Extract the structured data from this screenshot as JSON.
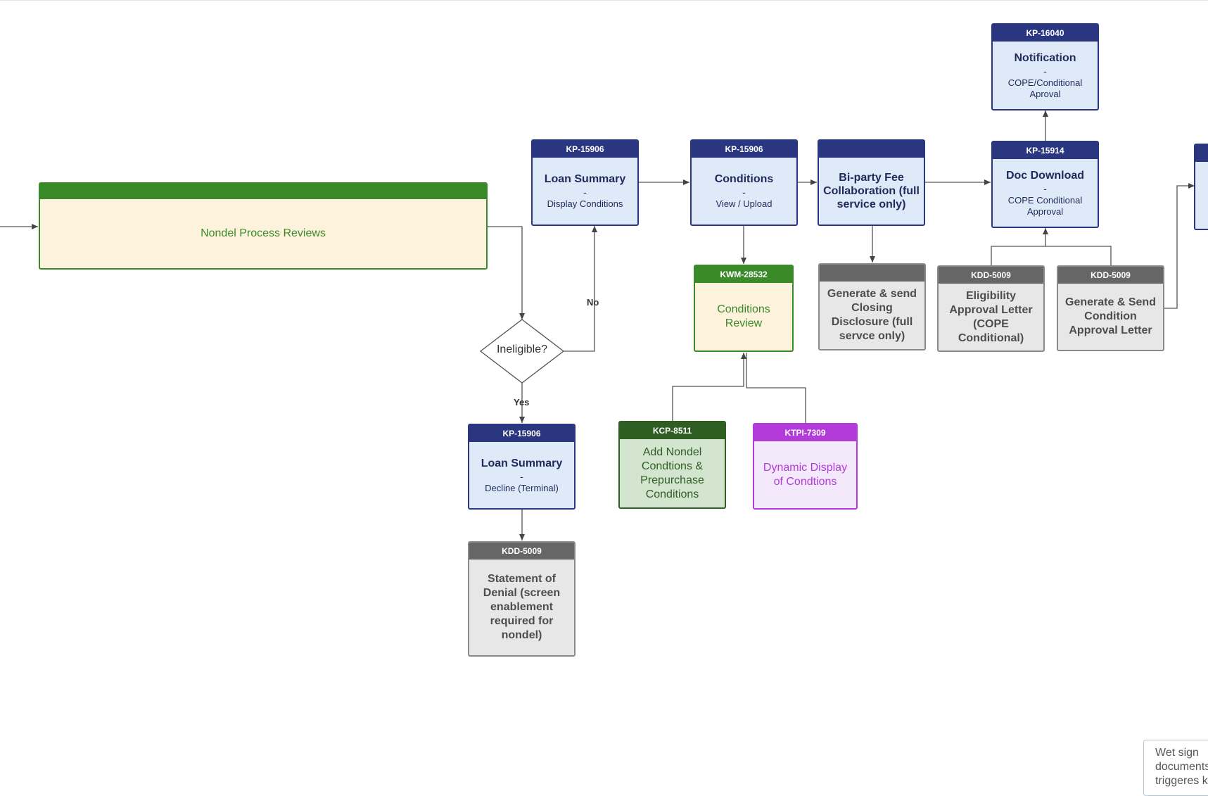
{
  "nodes": {
    "nondel": {
      "title": "Nondel Process Reviews"
    },
    "loan_display": {
      "tag": "KP-15906",
      "title": "Loan Summary",
      "dash": "-",
      "sub": "Display Conditions"
    },
    "conditions": {
      "tag": "KP-15906",
      "title": "Conditions",
      "dash": "-",
      "sub": "View / Upload"
    },
    "biparty": {
      "tag": "",
      "title": "Bi-party Fee Collaboration (full service only)"
    },
    "doc_download": {
      "tag": "KP-15914",
      "title": "Doc Download",
      "dash": "-",
      "sub": "COPE Conditional Approval"
    },
    "notification": {
      "tag": "KP-16040",
      "title": "Notification",
      "dash": "-",
      "sub": "COPE/Conditional Aproval"
    },
    "cond_review": {
      "tag": "KWM-28532",
      "title": "Conditions Review"
    },
    "closing": {
      "tag": "",
      "title": "Generate & send Closing Disclosure (full servce only)"
    },
    "elig_letter": {
      "tag": "KDD-5009",
      "title": "Eligibility Approval Letter (COPE Conditional)"
    },
    "cond_letter": {
      "tag": "KDD-5009",
      "title": "Generate & Send Condition Approval Letter"
    },
    "decision": {
      "label": "Ineligible?"
    },
    "loan_decline": {
      "tag": "KP-15906",
      "title": "Loan Summary",
      "dash": "-",
      "sub": "Decline (Terminal)"
    },
    "denial": {
      "tag": "KDD-5009",
      "title": "Statement of Denial (screen enablement required for nondel)"
    },
    "add_nondel": {
      "tag": "KCP-8511",
      "title": "Add Nondel Condtions & Prepurchase Conditions"
    },
    "dynamic": {
      "tag": "KTPI-7309",
      "title": "Dynamic Display of Condtions"
    }
  },
  "edge_labels": {
    "no": "No",
    "yes": "Yes"
  },
  "note": {
    "text": "Wet sign documents triggeres k"
  },
  "colors": {
    "blue": "#2a3680",
    "gray": "#666666",
    "green_header": "#3a8a2a",
    "dark_green": "#2f5e23",
    "purple": "#b23bd9",
    "connector": "#555555"
  }
}
